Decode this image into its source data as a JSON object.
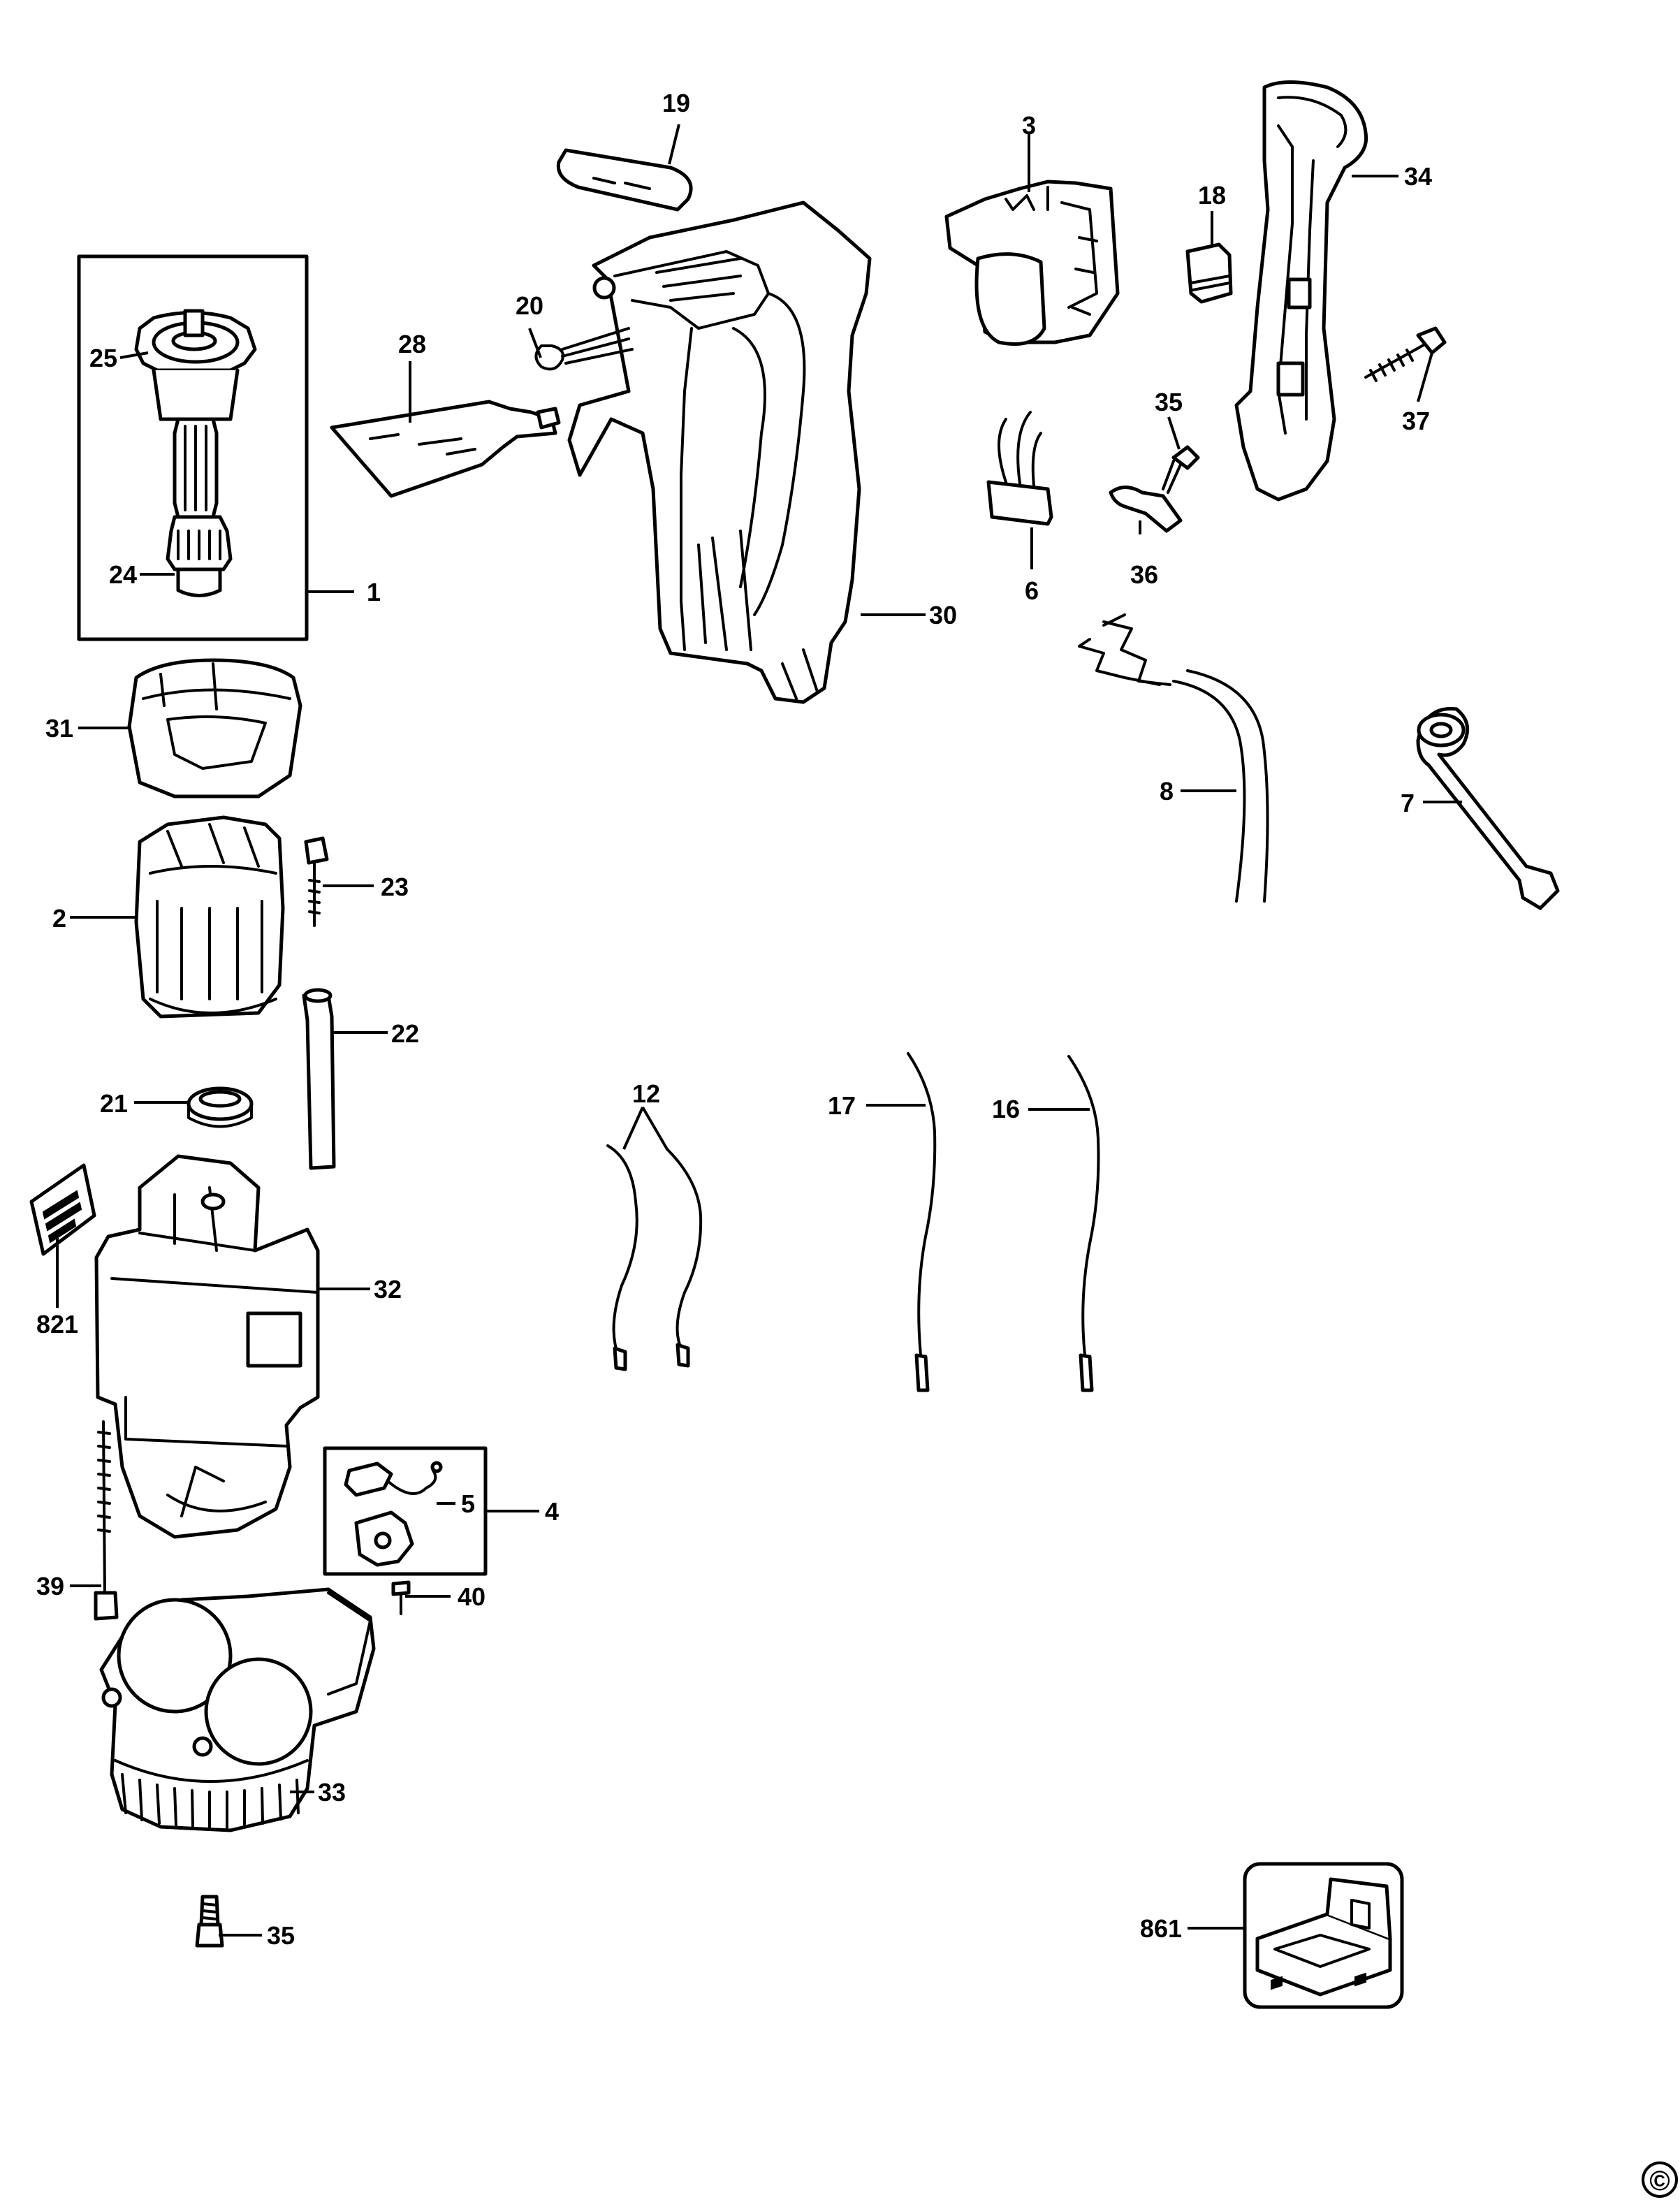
{
  "diagram": {
    "copyright_mark": "©",
    "callouts": [
      {
        "id": "19",
        "label": "19"
      },
      {
        "id": "3",
        "label": "3"
      },
      {
        "id": "34",
        "label": "34"
      },
      {
        "id": "18",
        "label": "18"
      },
      {
        "id": "25",
        "label": "25"
      },
      {
        "id": "20",
        "label": "20"
      },
      {
        "id": "28",
        "label": "28"
      },
      {
        "id": "35a",
        "label": "35"
      },
      {
        "id": "37",
        "label": "37"
      },
      {
        "id": "24",
        "label": "24"
      },
      {
        "id": "1",
        "label": "1"
      },
      {
        "id": "6",
        "label": "6"
      },
      {
        "id": "36",
        "label": "36"
      },
      {
        "id": "30",
        "label": "30"
      },
      {
        "id": "31",
        "label": "31"
      },
      {
        "id": "8",
        "label": "8"
      },
      {
        "id": "7",
        "label": "7"
      },
      {
        "id": "23",
        "label": "23"
      },
      {
        "id": "2",
        "label": "2"
      },
      {
        "id": "22",
        "label": "22"
      },
      {
        "id": "21",
        "label": "21"
      },
      {
        "id": "12",
        "label": "12"
      },
      {
        "id": "17",
        "label": "17"
      },
      {
        "id": "16",
        "label": "16"
      },
      {
        "id": "821",
        "label": "821"
      },
      {
        "id": "32",
        "label": "32"
      },
      {
        "id": "5",
        "label": "5"
      },
      {
        "id": "4",
        "label": "4"
      },
      {
        "id": "39",
        "label": "39"
      },
      {
        "id": "40",
        "label": "40"
      },
      {
        "id": "33",
        "label": "33"
      },
      {
        "id": "35b",
        "label": "35"
      },
      {
        "id": "861",
        "label": "861"
      }
    ]
  }
}
